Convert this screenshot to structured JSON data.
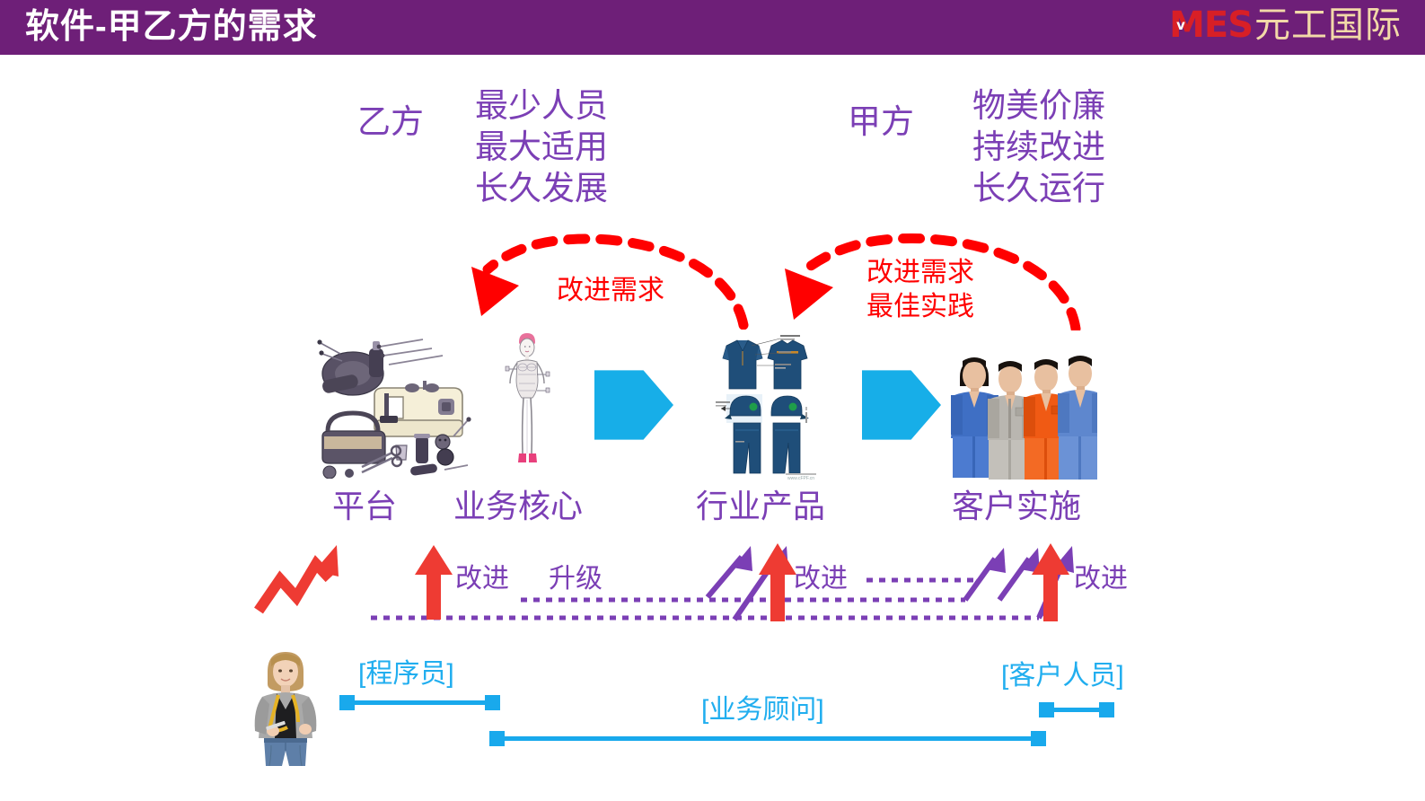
{
  "header": {
    "title": "软件-甲乙方的需求",
    "bar_color": "#6E1F78",
    "logo": {
      "mes": "MES",
      "v_mark": "v",
      "chinese": "元工国际",
      "mes_color": "#D81F26",
      "chinese_color": "#F2D9A8"
    }
  },
  "parties": {
    "supplier": {
      "label": "乙方",
      "requirements": "最少人员\n最大适用\n长久发展"
    },
    "client": {
      "label": "甲方",
      "requirements": "物美价廉\n持续改进\n长久运行"
    },
    "text_color": "#7B3FB5"
  },
  "feedback_arrows": [
    {
      "label": "改进需求"
    },
    {
      "label": "改进需求\n最佳实践"
    }
  ],
  "feedback_color": "#FF0000",
  "stages": [
    {
      "label": "平台",
      "icon": "sewing-tools-image"
    },
    {
      "label": "业务核心",
      "icon": "mannequin-image"
    },
    {
      "label": "行业产品",
      "icon": "uniform-techpack-image"
    },
    {
      "label": "客户实施",
      "icon": "workers-photo-image"
    }
  ],
  "flow_chevrons": [
    {
      "name": "chevron-platform-to-product"
    },
    {
      "name": "chevron-product-to-implementation"
    }
  ],
  "improvement_row": {
    "labels": [
      "改进",
      "升级",
      "改进",
      "改进"
    ],
    "red_arrow_count": 3,
    "zigzag_arrow": "growth-zigzag-arrow",
    "purple_arrow_count": 6,
    "dashed_line_color": "#7B3FB5",
    "red_arrow_color": "#EE3B33"
  },
  "roles": [
    {
      "label": "[程序员]",
      "bar": "programmer-span"
    },
    {
      "label": "[业务顾问]",
      "bar": "consultant-span"
    },
    {
      "label": "[客户人员]",
      "bar": "client-staff-span"
    }
  ],
  "role_color": "#21AEEF",
  "person_image": "tailor-woman-photo",
  "chevron_color": "#17AEE8"
}
